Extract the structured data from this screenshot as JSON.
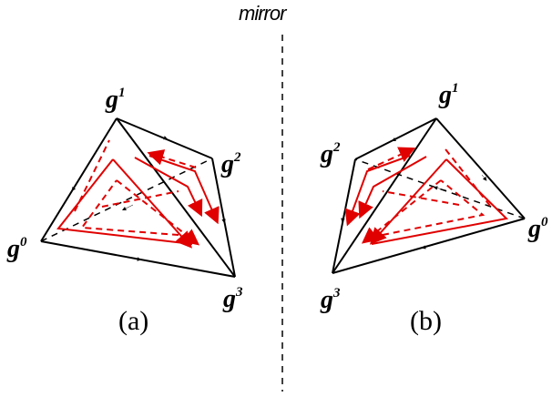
{
  "mirror_label": "mirror",
  "left": {
    "caption": "(a)",
    "labels": [
      {
        "key": "g",
        "sup": "1"
      },
      {
        "key": "g",
        "sup": "2"
      },
      {
        "key": "g",
        "sup": "0"
      },
      {
        "key": "g",
        "sup": "3"
      }
    ]
  },
  "right": {
    "caption": "(b)",
    "labels": [
      {
        "key": "g",
        "sup": "1"
      },
      {
        "key": "g",
        "sup": "2"
      },
      {
        "key": "g",
        "sup": "0"
      },
      {
        "key": "g",
        "sup": "3"
      }
    ]
  },
  "colors": {
    "edge": "#000000",
    "orientation": "#e00000"
  }
}
